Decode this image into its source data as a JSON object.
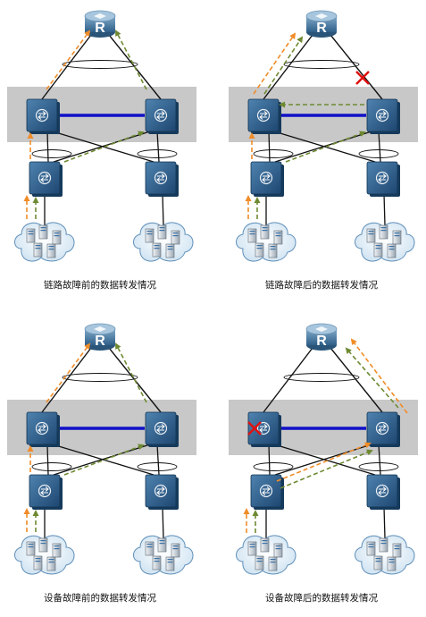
{
  "colors": {
    "stack_band": "#c8c8c8",
    "stack_link": "#1010c8",
    "cable": "#111111",
    "arrow_orange": "#f08c28",
    "arrow_green": "#6e8a32",
    "fault": "#e01010",
    "device_blue": "#2e5f8a",
    "router_blue": "#4b7fa8"
  },
  "router_label": "R",
  "panels": [
    {
      "id": "link-before",
      "caption": "链路故障前的数据转发情况"
    },
    {
      "id": "link-after",
      "caption": "链路故障后的数据转发情况"
    },
    {
      "id": "device-before",
      "caption": "设备故障前的数据转发情况"
    },
    {
      "id": "device-after",
      "caption": "设备故障后的数据转发情况"
    }
  ]
}
